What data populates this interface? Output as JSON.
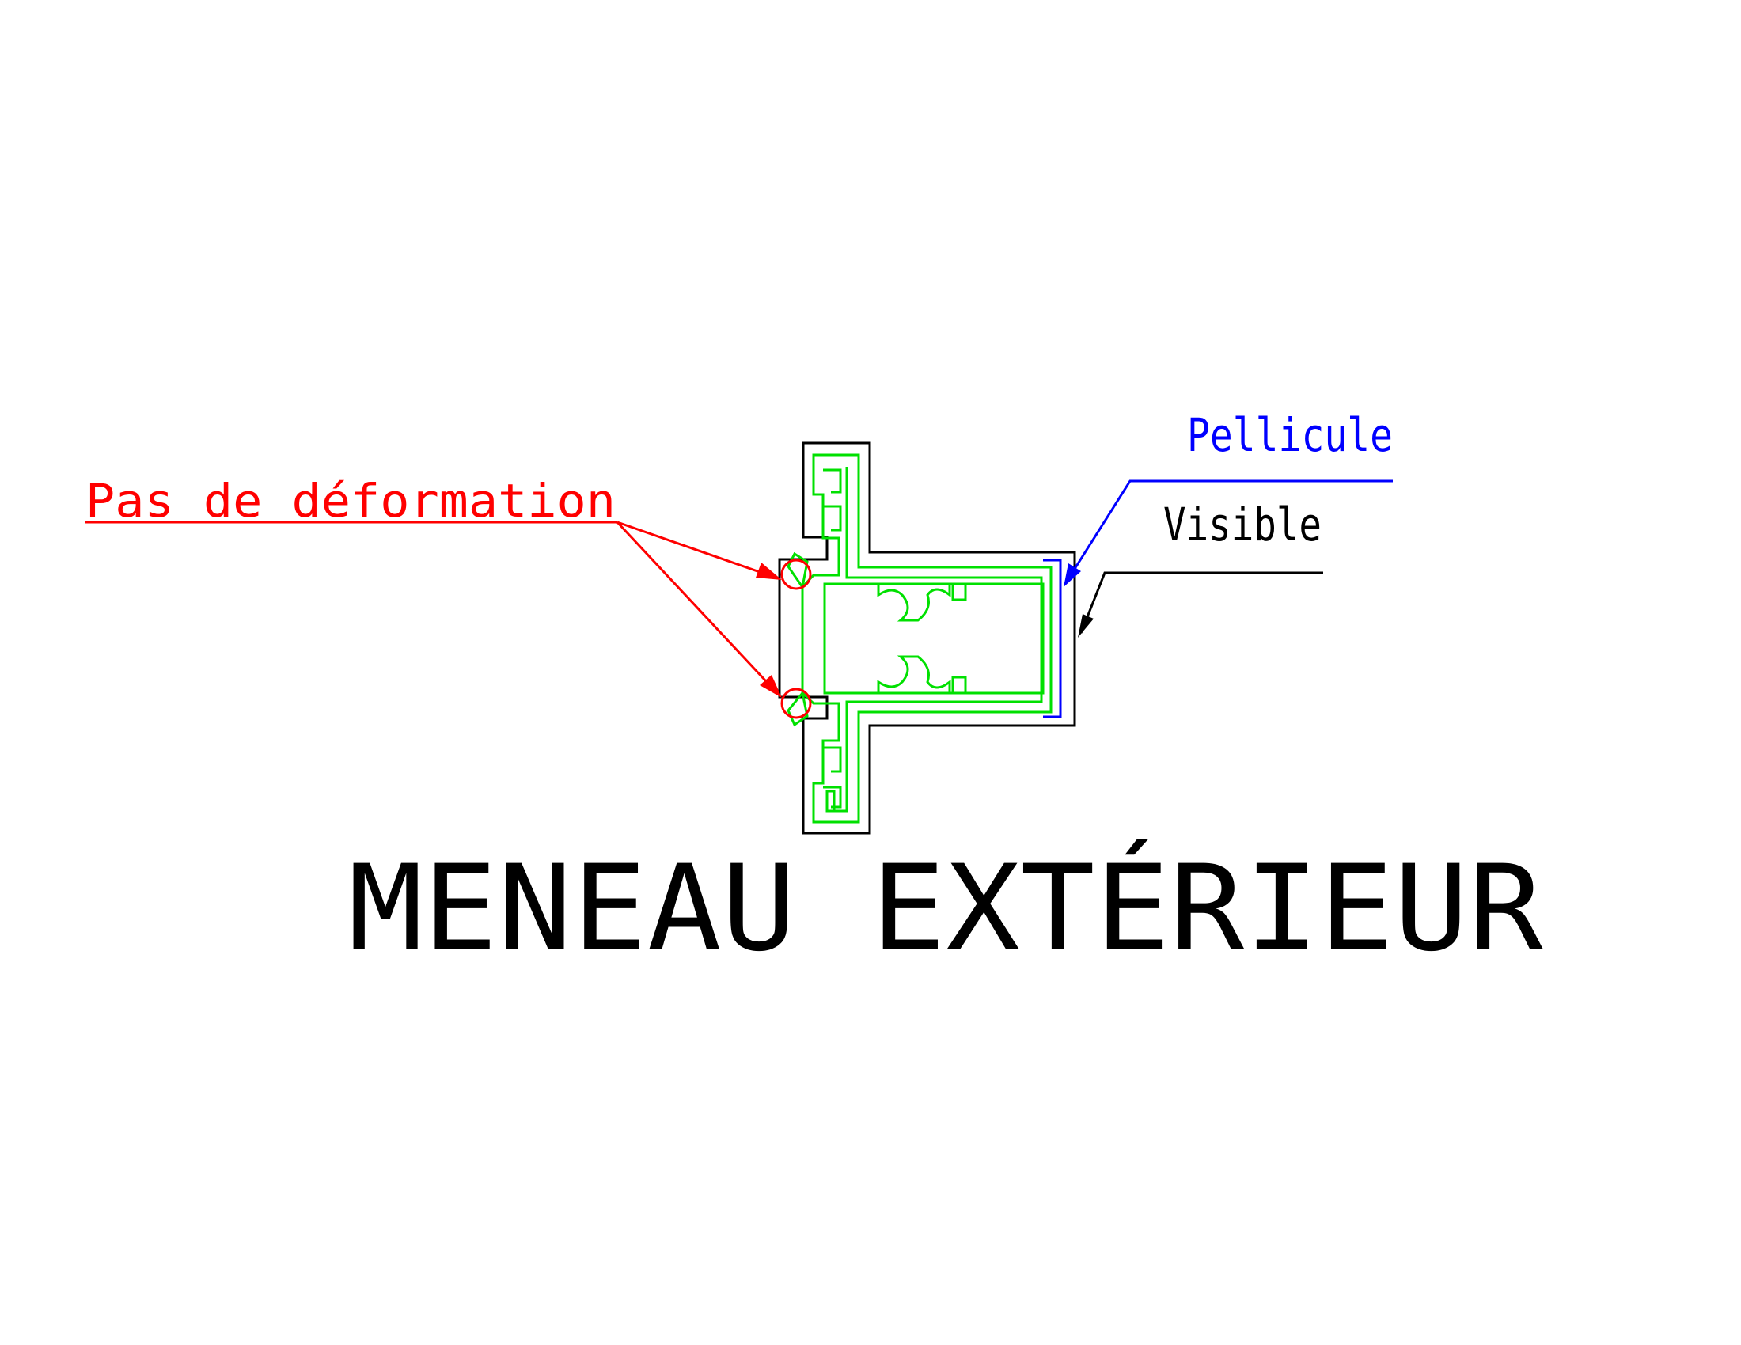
{
  "labels": {
    "no_deformation": "Pas de déformation",
    "film": "Pellicule",
    "visible": "Visible",
    "title": "MENEAU EXTÉRIEUR"
  },
  "colors": {
    "background": "#ffffff",
    "outline": "#000000",
    "profile": "#00e000",
    "film": "#0000ff",
    "annotation": "#ff0000"
  }
}
